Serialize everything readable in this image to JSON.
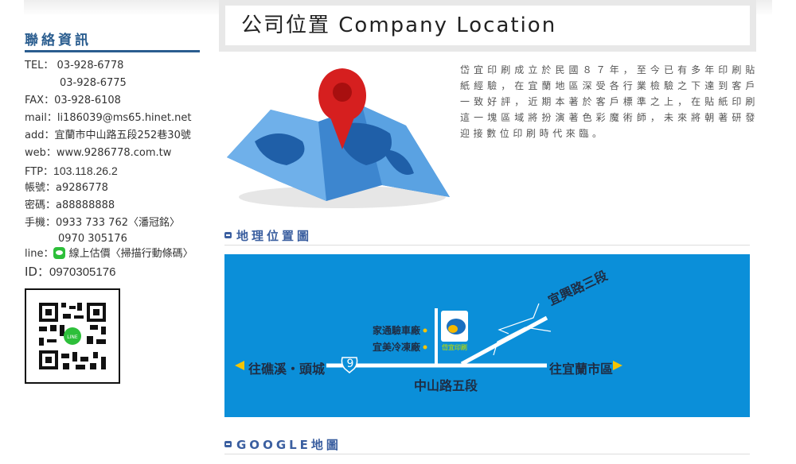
{
  "contact": {
    "heading": "聯絡資訊",
    "tel_label": "TEL：",
    "tel1": "03-928-6778",
    "tel2": "03-928-6775",
    "fax_label": "FAX：",
    "fax": "03-928-6108",
    "mail_label": "mail：",
    "mail": "li186039@ms65.hinet.net",
    "add_label": "add：",
    "add": "宜蘭市中山路五段252巷30號",
    "web_label": "web：",
    "web": "www.9286778.com.tw",
    "ftp_label": "FTP：",
    "ftp": "103.118.26.2",
    "account_label": "帳號：",
    "account": "a9286778",
    "password_label": "密碼：",
    "password": "a88888888",
    "mobile_label": "手機：",
    "mobile1": "0933 733 762〈潘冠銘〉",
    "mobile2": "0970 305176",
    "line_label": "line：",
    "line_text": "線上估價〈掃描行動條碼〉",
    "id_label": "ID：",
    "id": "0970305176"
  },
  "header": {
    "title": "公司位置 Company Location"
  },
  "intro": "岱宜印刷成立於民國８７年，至今已有多年印刷貼紙經驗，在宜蘭地區深受各行業檢驗之下達到客戶一致好評，近期本著於客戶標準之上，在貼紙印刷這一塊區域將扮演著色彩魔術師，未來將朝著研發迎接數位印刷時代來臨。",
  "sections": {
    "map_title": "地理位置圖",
    "google_title": "GOOGLE地圖"
  },
  "map": {
    "landmark1": "家通驗車廠",
    "landmark2": "宜美冷凍廠",
    "logo_text": "岱宜印刷",
    "left_dest": "往礁溪・頭城",
    "right_dest": "往宜蘭市區",
    "route": "9",
    "main_road": "中山路五段",
    "diag_road": "宜興路三段",
    "colors": {
      "bg": "#0b8fd9",
      "arrow": "#f5c400"
    }
  }
}
